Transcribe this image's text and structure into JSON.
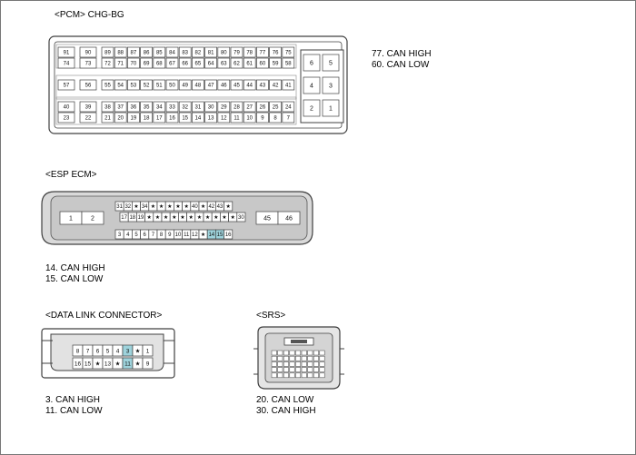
{
  "pcm": {
    "title": "<PCM> CHG-BG",
    "rows": [
      [
        "91",
        "90",
        "89",
        "88",
        "87",
        "86",
        "85",
        "84",
        "83",
        "82",
        "81",
        "80",
        "79",
        "78",
        "77",
        "76",
        "75"
      ],
      [
        "74",
        "73",
        "72",
        "71",
        "70",
        "69",
        "68",
        "67",
        "66",
        "65",
        "64",
        "63",
        "62",
        "61",
        "60",
        "59",
        "58"
      ],
      [
        "57",
        "56",
        "55",
        "54",
        "53",
        "52",
        "51",
        "50",
        "49",
        "48",
        "47",
        "46",
        "45",
        "44",
        "43",
        "42",
        "41"
      ],
      [
        "40",
        "39",
        "38",
        "37",
        "36",
        "35",
        "34",
        "33",
        "32",
        "31",
        "30",
        "29",
        "28",
        "27",
        "26",
        "25",
        "24"
      ],
      [
        "23",
        "22",
        "21",
        "20",
        "19",
        "18",
        "17",
        "16",
        "15",
        "14",
        "13",
        "12",
        "11",
        "10",
        "9",
        "8",
        "7"
      ]
    ],
    "side_rows": [
      [
        "6",
        "5"
      ],
      [
        "4",
        "3"
      ],
      [
        "2",
        "1"
      ]
    ],
    "notes": [
      "77. CAN HIGH",
      "60. CAN LOW"
    ]
  },
  "esp": {
    "title": "<ESP ECM>",
    "left_pins": [
      "1",
      "2"
    ],
    "right_pins": [
      "45",
      "46"
    ],
    "row1": [
      "31",
      "32",
      "★",
      "34",
      "★",
      "★",
      "★",
      "★",
      "★",
      "40",
      "★",
      "42",
      "43",
      "★"
    ],
    "row2": [
      "17",
      "18",
      "19",
      "★",
      "★",
      "★",
      "★",
      "★",
      "★",
      "★",
      "★",
      "★",
      "★",
      "★",
      "30"
    ],
    "row3": [
      "3",
      "4",
      "5",
      "6",
      "7",
      "8",
      "9",
      "10",
      "11",
      "12",
      "★",
      "14",
      "15",
      "16"
    ],
    "highlight": [
      "14",
      "15"
    ],
    "notes": [
      "14. CAN HIGH",
      "15. CAN LOW"
    ]
  },
  "dlc": {
    "title": "<DATA LINK CONNECTOR>",
    "row1": [
      "8",
      "7",
      "6",
      "5",
      "4",
      "3",
      "★",
      "1"
    ],
    "row2": [
      "16",
      "15",
      "★",
      "13",
      "★",
      "11",
      "★",
      "9"
    ],
    "highlight": [
      "3",
      "11"
    ],
    "notes": [
      "3. CAN HIGH",
      "11. CAN LOW"
    ]
  },
  "srs": {
    "title": "<SRS>",
    "grid_cols": 9,
    "grid_rows": 5,
    "notes": [
      "20. CAN LOW",
      "30. CAN HIGH"
    ]
  },
  "colors": {
    "stroke": "#404040",
    "body_gray": "#cfcfcf",
    "pin_bg": "#ffffff",
    "highlight": "#9ed3dc"
  }
}
